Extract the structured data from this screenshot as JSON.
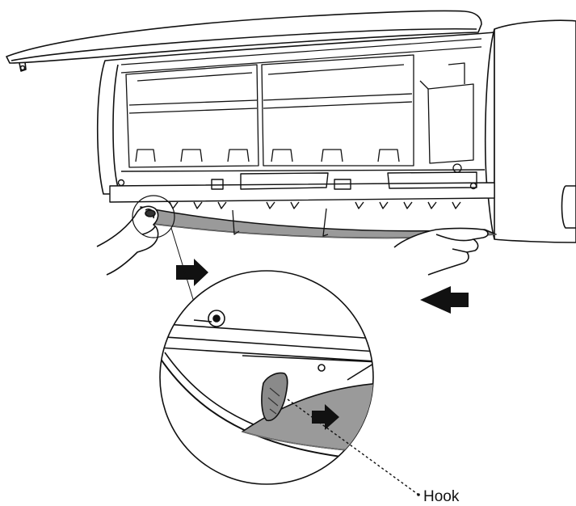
{
  "labels": {
    "hook": "Hook"
  },
  "colors": {
    "line": "#111111",
    "panel_fill": "#9a9a9a",
    "panel_dark": "#6f6f6f",
    "arrow": "#111111",
    "background": "#ffffff"
  },
  "icons": {
    "arrow_shape": "block-arrow-right",
    "magnifier": "detail-circle"
  }
}
